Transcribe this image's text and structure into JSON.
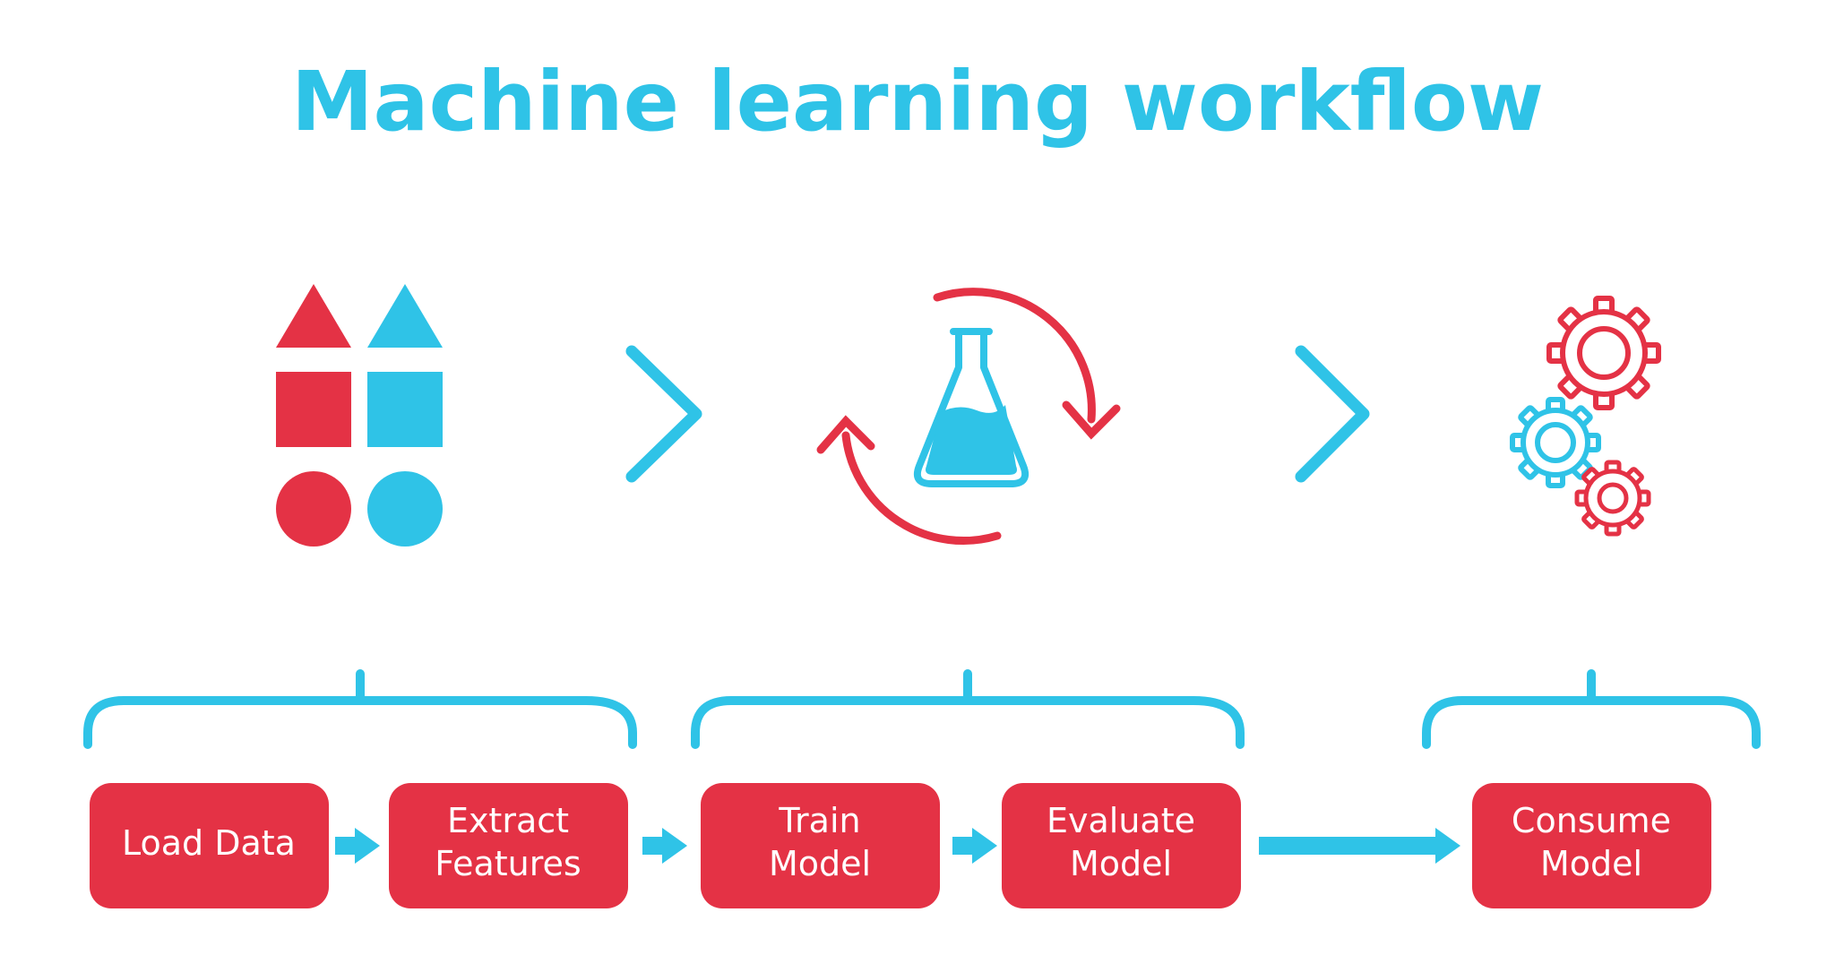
{
  "title": "Machine learning workflow",
  "colors": {
    "accent_blue": "#2fc3e7",
    "accent_red": "#e43245",
    "step_text": "#ffffff",
    "background": "#ffffff"
  },
  "stages": [
    {
      "icon": "shapes-icon",
      "steps": [
        "load_data",
        "extract_features"
      ]
    },
    {
      "icon": "flask-cycle-icon",
      "steps": [
        "train_model",
        "evaluate_model"
      ]
    },
    {
      "icon": "gears-icon",
      "steps": [
        "consume_model"
      ]
    }
  ],
  "steps": {
    "load_data": {
      "line1": "Load Data",
      "line2": ""
    },
    "extract_features": {
      "line1": "Extract",
      "line2": "Features"
    },
    "train_model": {
      "line1": "Train",
      "line2": "Model"
    },
    "evaluate_model": {
      "line1": "Evaluate",
      "line2": "Model"
    },
    "consume_model": {
      "line1": "Consume",
      "line2": "Model"
    }
  }
}
